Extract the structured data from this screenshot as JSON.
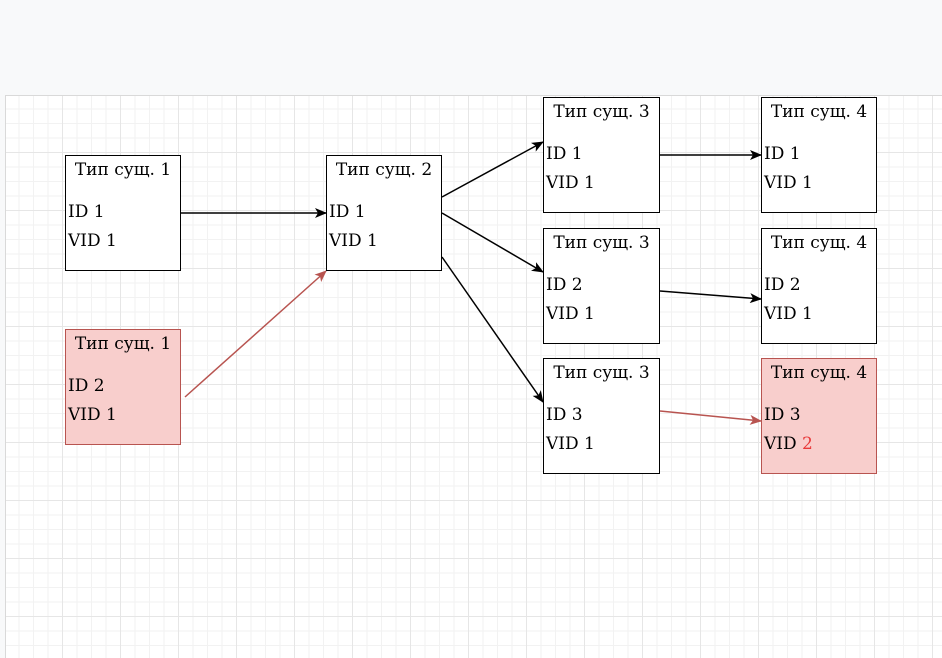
{
  "colors": {
    "edge_default": "#000000",
    "edge_highlight": "#b85450",
    "node_highlight_fill": "#f8cecc",
    "node_highlight_border": "#b85450",
    "changed_value": "#e83a3a"
  },
  "nodes": [
    {
      "key": "n1a",
      "title": "Тип сущ. 1",
      "id_text": "ID 1",
      "vid_label": "VID",
      "vid_value": "1",
      "highlight": false
    },
    {
      "key": "n1b",
      "title": "Тип сущ. 1",
      "id_text": "ID 2",
      "vid_label": "VID",
      "vid_value": "1",
      "highlight": true
    },
    {
      "key": "n2",
      "title": "Тип сущ. 2",
      "id_text": "ID 1",
      "vid_label": "VID",
      "vid_value": "1",
      "highlight": false
    },
    {
      "key": "n3a",
      "title": "Тип сущ. 3",
      "id_text": "ID 1",
      "vid_label": "VID",
      "vid_value": "1",
      "highlight": false
    },
    {
      "key": "n3b",
      "title": "Тип сущ. 3",
      "id_text": "ID 2",
      "vid_label": "VID",
      "vid_value": "1",
      "highlight": false
    },
    {
      "key": "n3c",
      "title": "Тип сущ. 3",
      "id_text": "ID 3",
      "vid_label": "VID",
      "vid_value": "1",
      "highlight": false
    },
    {
      "key": "n4a",
      "title": "Тип сущ. 4",
      "id_text": "ID 1",
      "vid_label": "VID",
      "vid_value": "1",
      "highlight": false
    },
    {
      "key": "n4b",
      "title": "Тип сущ. 4",
      "id_text": "ID 2",
      "vid_label": "VID",
      "vid_value": "1",
      "highlight": false
    },
    {
      "key": "n4c",
      "title": "Тип сущ. 4",
      "id_text": "ID 3",
      "vid_label": "VID",
      "vid_value": "2",
      "highlight": true,
      "vid_changed": true
    }
  ],
  "edges": [
    {
      "from": "n1a",
      "to": "n2",
      "highlight": false
    },
    {
      "from": "n1b",
      "to": "n2",
      "highlight": true
    },
    {
      "from": "n2",
      "to": "n3a",
      "highlight": false
    },
    {
      "from": "n2",
      "to": "n3b",
      "highlight": false
    },
    {
      "from": "n2",
      "to": "n3c",
      "highlight": false
    },
    {
      "from": "n3a",
      "to": "n4a",
      "highlight": false
    },
    {
      "from": "n3b",
      "to": "n4b",
      "highlight": false
    },
    {
      "from": "n3c",
      "to": "n4c",
      "highlight": true
    }
  ]
}
